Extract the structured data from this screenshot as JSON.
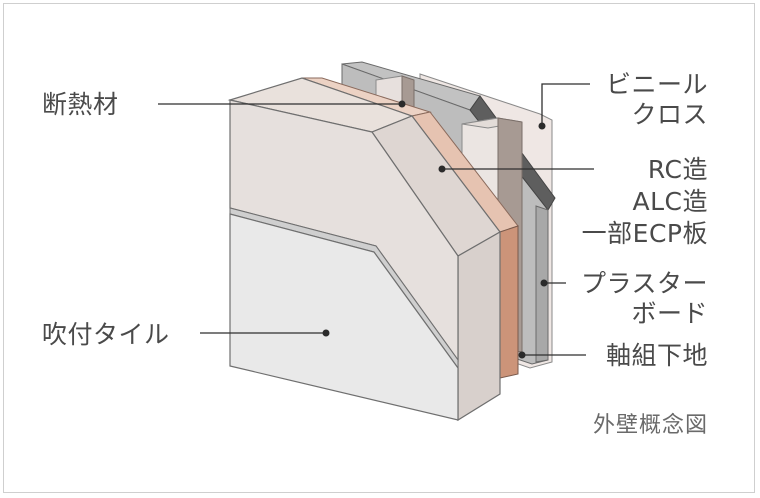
{
  "labels": {
    "insulation": "断熱材",
    "spray_tile": "吹付タイル",
    "vinyl_cloth_1": "ビニール",
    "vinyl_cloth_2": "クロス",
    "rc_1": "RC造",
    "rc_2": "ALC造",
    "rc_3": "一部ECP板",
    "plaster_1": "プラスター",
    "plaster_2": "ボード",
    "frame": "軸組下地"
  },
  "caption": "外壁概念図",
  "colors": {
    "border": "#cfcfcf",
    "text": "#4a4a4a",
    "caption": "#6a6a6a",
    "wall_face": "#e9e6e3",
    "wall_side": "#ddd6d2",
    "wall_top": "#e9e1dc",
    "insulation": "#e8c6b5",
    "insulation_dark": "#cc9479",
    "plaster": "#b9b9b9",
    "plaster_dark": "#5f5f5f",
    "cloth": "#efe7e4",
    "frame_post": "#ebe5e2",
    "frame_post_side": "#a79a93"
  }
}
